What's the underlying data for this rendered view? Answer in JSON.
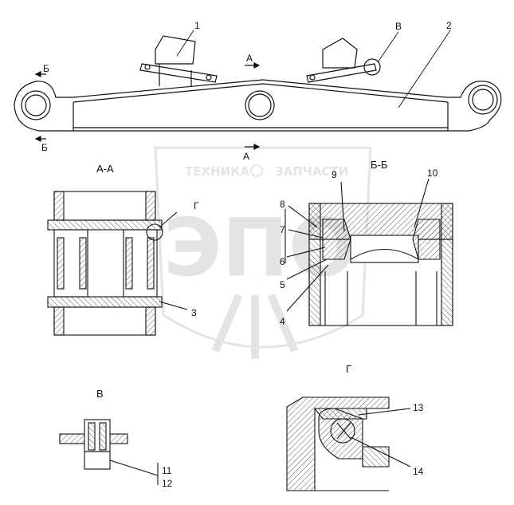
{
  "watermark": {
    "top_text": "ТЕХНИКА",
    "bottom_text": "ЗАПЧАСТИ",
    "logo_text": "ЭПО"
  },
  "section_labels": {
    "aa": "А-А",
    "bb": "Б-Б",
    "view_v": "В",
    "view_g": "Г",
    "arrow_a": "А",
    "arrow_b": "Б",
    "callout_v": "В",
    "callout_g": "Г"
  },
  "callouts": [
    "1",
    "2",
    "3",
    "4",
    "5",
    "6",
    "7",
    "8",
    "9",
    "10",
    "11",
    "12",
    "13",
    "14"
  ],
  "colors": {
    "line": "#111111",
    "hatch": "#333333",
    "watermark": "#cfcfcf"
  }
}
